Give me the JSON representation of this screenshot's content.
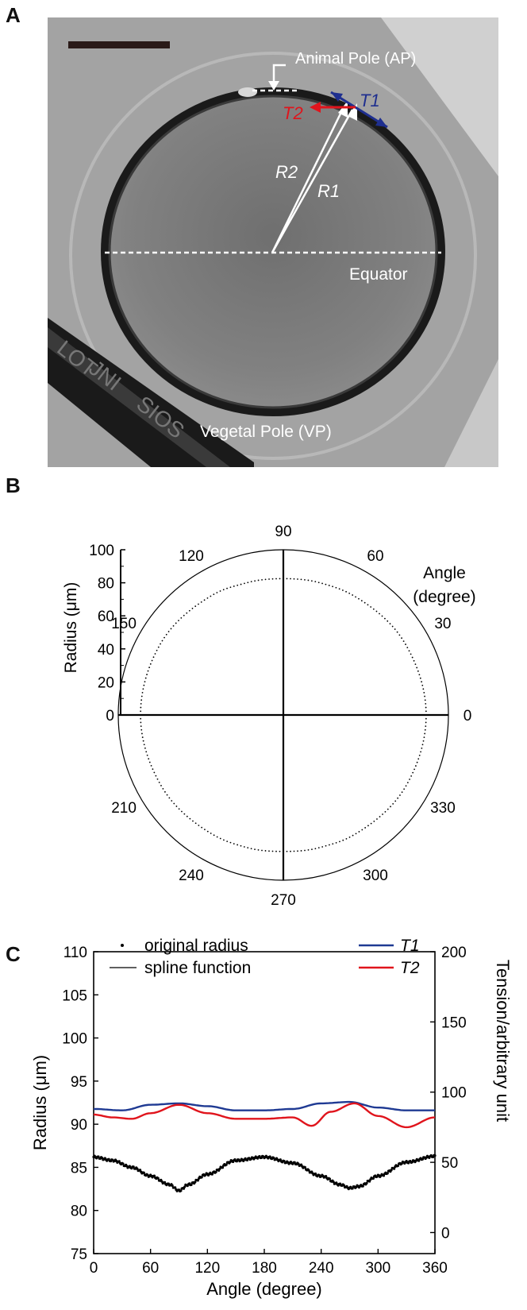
{
  "panels": {
    "a": "A",
    "b": "B",
    "c": "C"
  },
  "micrograph": {
    "animal_pole": "Animal Pole (AP)",
    "vegetal_pole": "Vegetal Pole (VP)",
    "equator": "Equator",
    "r1": "R1",
    "r2": "R2",
    "t1": "T1",
    "t2": "T2",
    "colors": {
      "t1": "#1f2f8f",
      "t2": "#e0141c",
      "background": "#a9a9a9",
      "embryo": "#7d7d7d"
    },
    "bar_labels": [
      "LOT",
      "JNI",
      "SIOS"
    ]
  },
  "chart_data": [
    {
      "type": "polar",
      "radial_label": "Radius (μm)",
      "radial_ticks": [
        0,
        20,
        40,
        60,
        80,
        100
      ],
      "rlim": [
        0,
        100
      ],
      "angle_label": "Angle\n(degree)",
      "angle_ticks": [
        0,
        30,
        60,
        90,
        120,
        150,
        210,
        240,
        270,
        300,
        330
      ],
      "series": [
        {
          "theta": [
            0,
            30,
            60,
            75,
            90,
            105,
            120,
            150,
            180,
            210,
            240,
            255,
            270,
            285,
            300,
            330,
            360
          ],
          "r": [
            86.5,
            85.5,
            83.8,
            83,
            82.5,
            83,
            84.3,
            86,
            86.5,
            85.5,
            84,
            83.2,
            82.6,
            83.2,
            84.2,
            85.8,
            86.5
          ]
        }
      ]
    },
    {
      "type": "line",
      "xlabel": "Angle (degree)",
      "ylabel": "Radius (μm)",
      "y2label": "Tension/arbitrary unit",
      "xlim": [
        0,
        360
      ],
      "ylim": [
        75,
        110
      ],
      "y2lim": [
        -15,
        200
      ],
      "xticks": [
        0,
        60,
        120,
        180,
        240,
        300,
        360
      ],
      "yticks": [
        75,
        80,
        85,
        90,
        95,
        100,
        105,
        110
      ],
      "y2ticks": [
        0,
        50,
        100,
        150,
        200
      ],
      "legend_left": [
        "original radius",
        "spline function"
      ],
      "series": [
        {
          "name": "T1",
          "color": "#1f3a93",
          "x": [
            0,
            30,
            60,
            90,
            120,
            150,
            180,
            210,
            240,
            270,
            300,
            330,
            360
          ],
          "values": [
            88,
            87,
            91,
            92,
            90,
            87,
            87,
            88,
            92,
            93,
            89,
            87,
            87
          ]
        },
        {
          "name": "T2",
          "color": "#e0141c",
          "x": [
            0,
            20,
            40,
            60,
            90,
            120,
            150,
            180,
            210,
            230,
            250,
            275,
            300,
            330,
            360
          ],
          "values": [
            84,
            82,
            81,
            85,
            91,
            85,
            81,
            81,
            82,
            76,
            86,
            92,
            83,
            75,
            82
          ]
        },
        {
          "name": "original radius",
          "x": [
            0,
            20,
            40,
            60,
            80,
            90,
            100,
            120,
            150,
            180,
            210,
            240,
            260,
            270,
            280,
            300,
            330,
            360
          ],
          "values": [
            86.2,
            85.8,
            85.0,
            84.0,
            83.0,
            82.3,
            83.0,
            84.2,
            85.8,
            86.2,
            85.5,
            84.0,
            83.0,
            82.6,
            82.8,
            84.0,
            85.6,
            86.3
          ]
        }
      ]
    }
  ]
}
